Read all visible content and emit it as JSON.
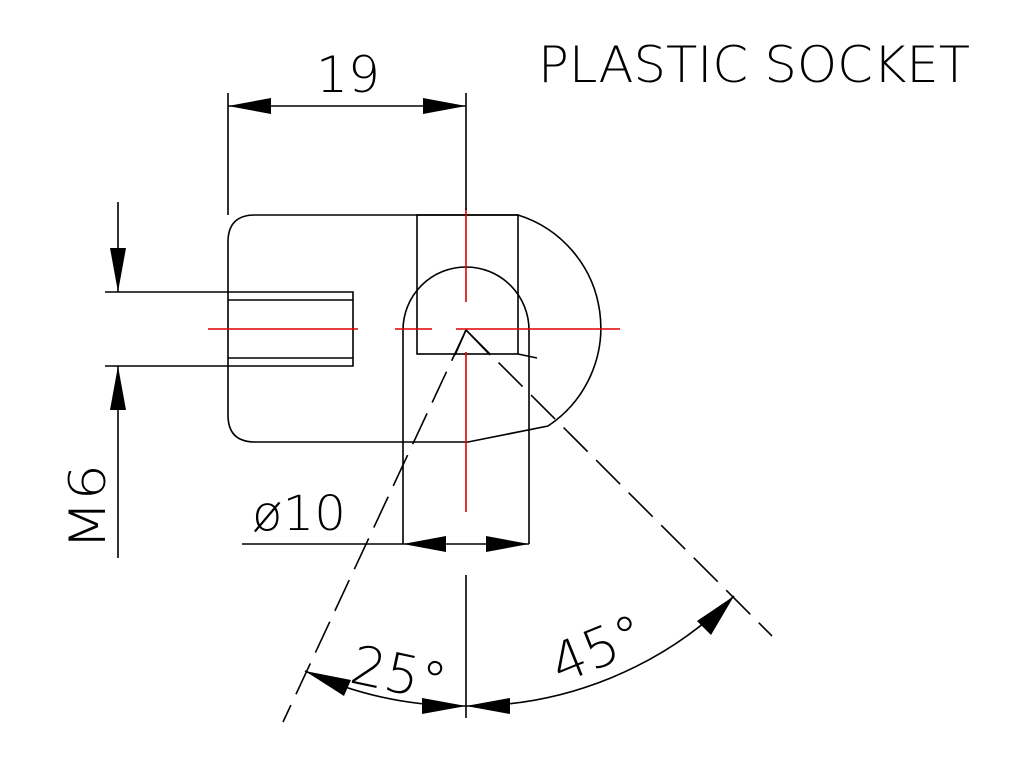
{
  "title": "PLASTIC SOCKET",
  "dimensions": {
    "width_label": "19",
    "thread_label": "M6",
    "diameter_label": "ø10",
    "angle_left_label": "25°",
    "angle_right_label": "45°"
  },
  "colors": {
    "line": "#000000",
    "centerline": "#e00000",
    "background": "#ffffff"
  }
}
